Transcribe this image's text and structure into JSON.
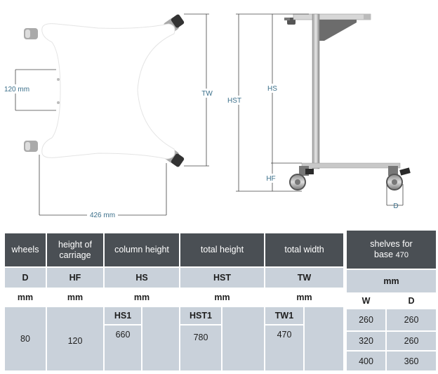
{
  "diagram": {
    "top_view": {
      "label_height": "120 mm",
      "label_width": "426 mm",
      "label_tw": "TW"
    },
    "side_view": {
      "label_hst": "HST",
      "label_hs": "HS",
      "label_hf": "HF",
      "label_d": "D"
    }
  },
  "table": {
    "headers": {
      "wheels": "wheels",
      "height_of_carriage": "height of carriage",
      "column_height": "column height",
      "total_height": "total height",
      "total_width": "total width"
    },
    "symbols": {
      "wheels": "D",
      "carriage": "HF",
      "column": "HS",
      "total_height": "HST",
      "total_width": "TW"
    },
    "units": {
      "wheels": "mm",
      "carriage": "mm",
      "column": "mm",
      "total_height": "mm",
      "total_width": "mm"
    },
    "sub_labels": {
      "column": "HS1",
      "total_height": "HST1",
      "total_width": "TW1"
    },
    "values": {
      "wheels": "80",
      "carriage": "120",
      "column": "660",
      "total_height": "780",
      "total_width": "470"
    }
  },
  "shelves": {
    "title_line1": "shelves for",
    "title_line2": "base",
    "title_base_value": "470",
    "unit": "mm",
    "col_w": "W",
    "col_d": "D",
    "rows": [
      {
        "w": "260",
        "d": "260"
      },
      {
        "w": "320",
        "d": "260"
      },
      {
        "w": "400",
        "d": "360"
      }
    ]
  }
}
